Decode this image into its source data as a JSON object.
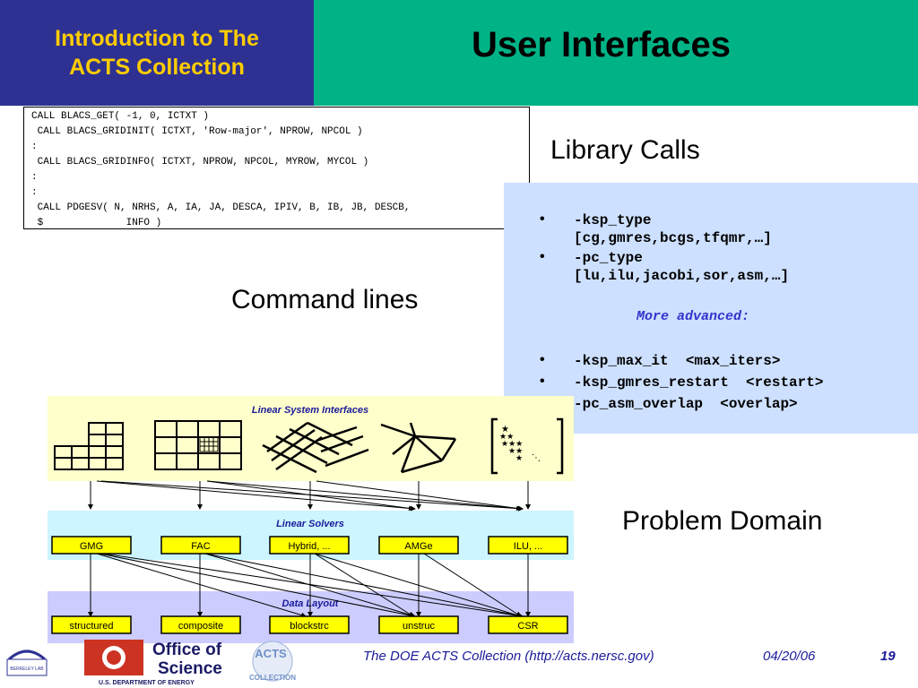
{
  "header": {
    "left_title": "Introduction to The\nACTS Collection",
    "right_title": "User Interfaces"
  },
  "code": {
    "lines": [
      "CALL BLACS_GET( -1, 0, ICTXT )",
      " CALL BLACS_GRIDINIT( ICTXT, 'Row-major', NPROW, NPCOL )",
      ":",
      " CALL BLACS_GRIDINFO( ICTXT, NPROW, NPCOL, MYROW, MYCOL )",
      ":",
      ":",
      " CALL PDGESV( N, NRHS, A, IA, JA, DESCA, IPIV, B, IB, JB, DESCB,",
      " $              INFO )"
    ]
  },
  "labels": {
    "library_calls": "Library Calls",
    "command_lines": "Command lines",
    "problem_domain": "Problem Domain"
  },
  "options": {
    "bullet": "•",
    "ksp_type": "-ksp_type\n[cg,gmres,bcgs,tfqmr,…]",
    "pc_type": "-pc_type\n[lu,ilu,jacobi,sor,asm,…]",
    "more_advanced": "More advanced:",
    "ksp_max_it": "-ksp_max_it  <max_iters>",
    "ksp_gmres_restart": "-ksp_gmres_restart  <restart>",
    "pc_asm_overlap": "-pc_asm_overlap  <overlap>"
  },
  "diagram": {
    "linear_system_title": "Linear System Interfaces",
    "linear_solvers_title": "Linear Solvers",
    "solvers": [
      "GMG",
      "FAC",
      "Hybrid, ...",
      "AMGe",
      "ILU, ..."
    ],
    "data_layout_title": "Data Layout",
    "layouts": [
      "structured",
      "composite",
      "blockstrc",
      "unstruc",
      "CSR"
    ],
    "colors": {
      "system_band": "#ffffcc",
      "solver_band": "#ccf5ff",
      "layout_band": "#ccccff",
      "box_fill": "#ffff00",
      "title_text": "#1a1a99"
    }
  },
  "footer": {
    "collection": "The DOE ACTS Collection (http://acts.nersc.gov)",
    "date": "04/20/06",
    "page": "19",
    "logo_berkeley": "BERKELEY LAB",
    "logo_office": "Office of\nScience",
    "logo_doe": "U.S. DEPARTMENT OF ENERGY",
    "logo_acts_top": "ACTS",
    "logo_acts_bottom": "COLLECTION"
  }
}
